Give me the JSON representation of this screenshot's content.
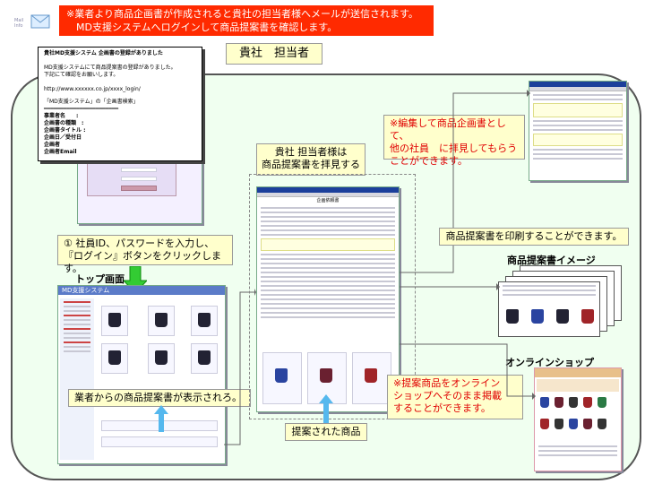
{
  "banner": {
    "line1": "※業者より商品企画書が作成されると貴社の担当者様へメールが送信されます。",
    "line2": "　MD支援システムへログインして商品提案書を確認します。"
  },
  "company_label": "貴社　担当者",
  "email": {
    "subject": "貴社MD支援システム 企画書の登録がありました",
    "body1": "MD支援システムにて商品提案書の登録がありました。",
    "body2": "下記にて確認をお願いします。",
    "url": "http://www.xxxxxx.co.jp/xxxx_login/",
    "section": "「MD支援システム」の「企画書検索」",
    "fields": [
      "事業者名　　:",
      "企画書の種類　:",
      "企画書タイトル :",
      "企画日／受付日",
      "企画者",
      "企画者Email"
    ]
  },
  "callouts": {
    "confirm": {
      "line1": "貴社 担当者様は",
      "line2": "商品提案書を拝見する"
    },
    "edit": {
      "line1": "※編集して商品企画書として、",
      "line2": "他の社員　に拝見してもらう",
      "line3": "ことができます。"
    },
    "login": {
      "line1": "①  社員ID、パスワードを入力し、",
      "line2": "『ログイン』ボタンをクリックします。"
    },
    "print": "商品提案書を印刷することができます。",
    "display": "業者からの商品提案書が表示されろ。",
    "post": {
      "line1": "※提案商品をオンライン",
      "line2": "ショップへそのまま掲載",
      "line3": "することができます。"
    },
    "proposed": "提案された商品"
  },
  "labels": {
    "top_screen": "トップ画面",
    "print_image": "商品提案書イメージ",
    "online_shop": "オンラインショップ",
    "md_system": "MD支援システム",
    "doc_title": "企画依頼書"
  },
  "colors": {
    "banner_bg": "#ff2a00",
    "callout_bg": "#ffffcc",
    "frame_bg": "#f0fff0",
    "arrow_green": "#33cc33",
    "arrow_blue": "#55b8ee",
    "title_blue": "#1c3f9b"
  },
  "icons": [
    "mail-icon",
    "green-down-arrow-icon",
    "blue-up-arrow-icon",
    "connector-arrow-icon"
  ]
}
